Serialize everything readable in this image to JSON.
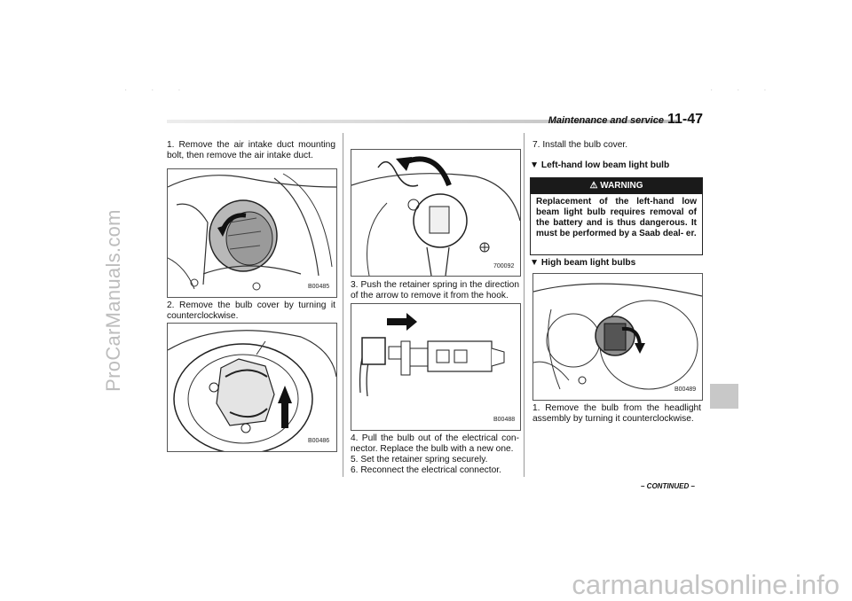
{
  "watermark_side": "ProCarManuals.com",
  "watermark_bottom": "carmanualsonline.info",
  "header": {
    "section": "Maintenance and service",
    "page": "11-47"
  },
  "col1": {
    "step1": "1. Remove the air intake duct mounting bolt, then remove the air intake duct.",
    "fig1_code": "B00485",
    "step2": "2. Remove the bulb cover by turning it counterclockwise.",
    "fig2_code": "B00486"
  },
  "col2": {
    "fig3_code": "700092",
    "step3": "3. Push the retainer spring in the direction of the arrow to remove it from the hook.",
    "fig4_code": "B00488",
    "step4": "4. Pull the bulb out of the electrical con- nector. Replace the bulb with a new one.",
    "step5": "5. Set the retainer spring securely.",
    "step6": "6. Reconnect the electrical connector."
  },
  "col3": {
    "step7": "7. Install the bulb cover.",
    "heading_lowbeam": "▼ Left-hand low beam light bulb",
    "warning_title": "WARNING",
    "warning_text": "Replacement of the left-hand low beam light bulb requires removal of the battery and is thus dangerous. It must be performed by a Saab deal- er.",
    "heading_highbeam": "▼ High beam light bulbs",
    "fig5_code": "B00489",
    "step1b": "1. Remove the bulb from the headlight assembly by turning it counterclockwise."
  },
  "continued": "– CONTINUED –"
}
